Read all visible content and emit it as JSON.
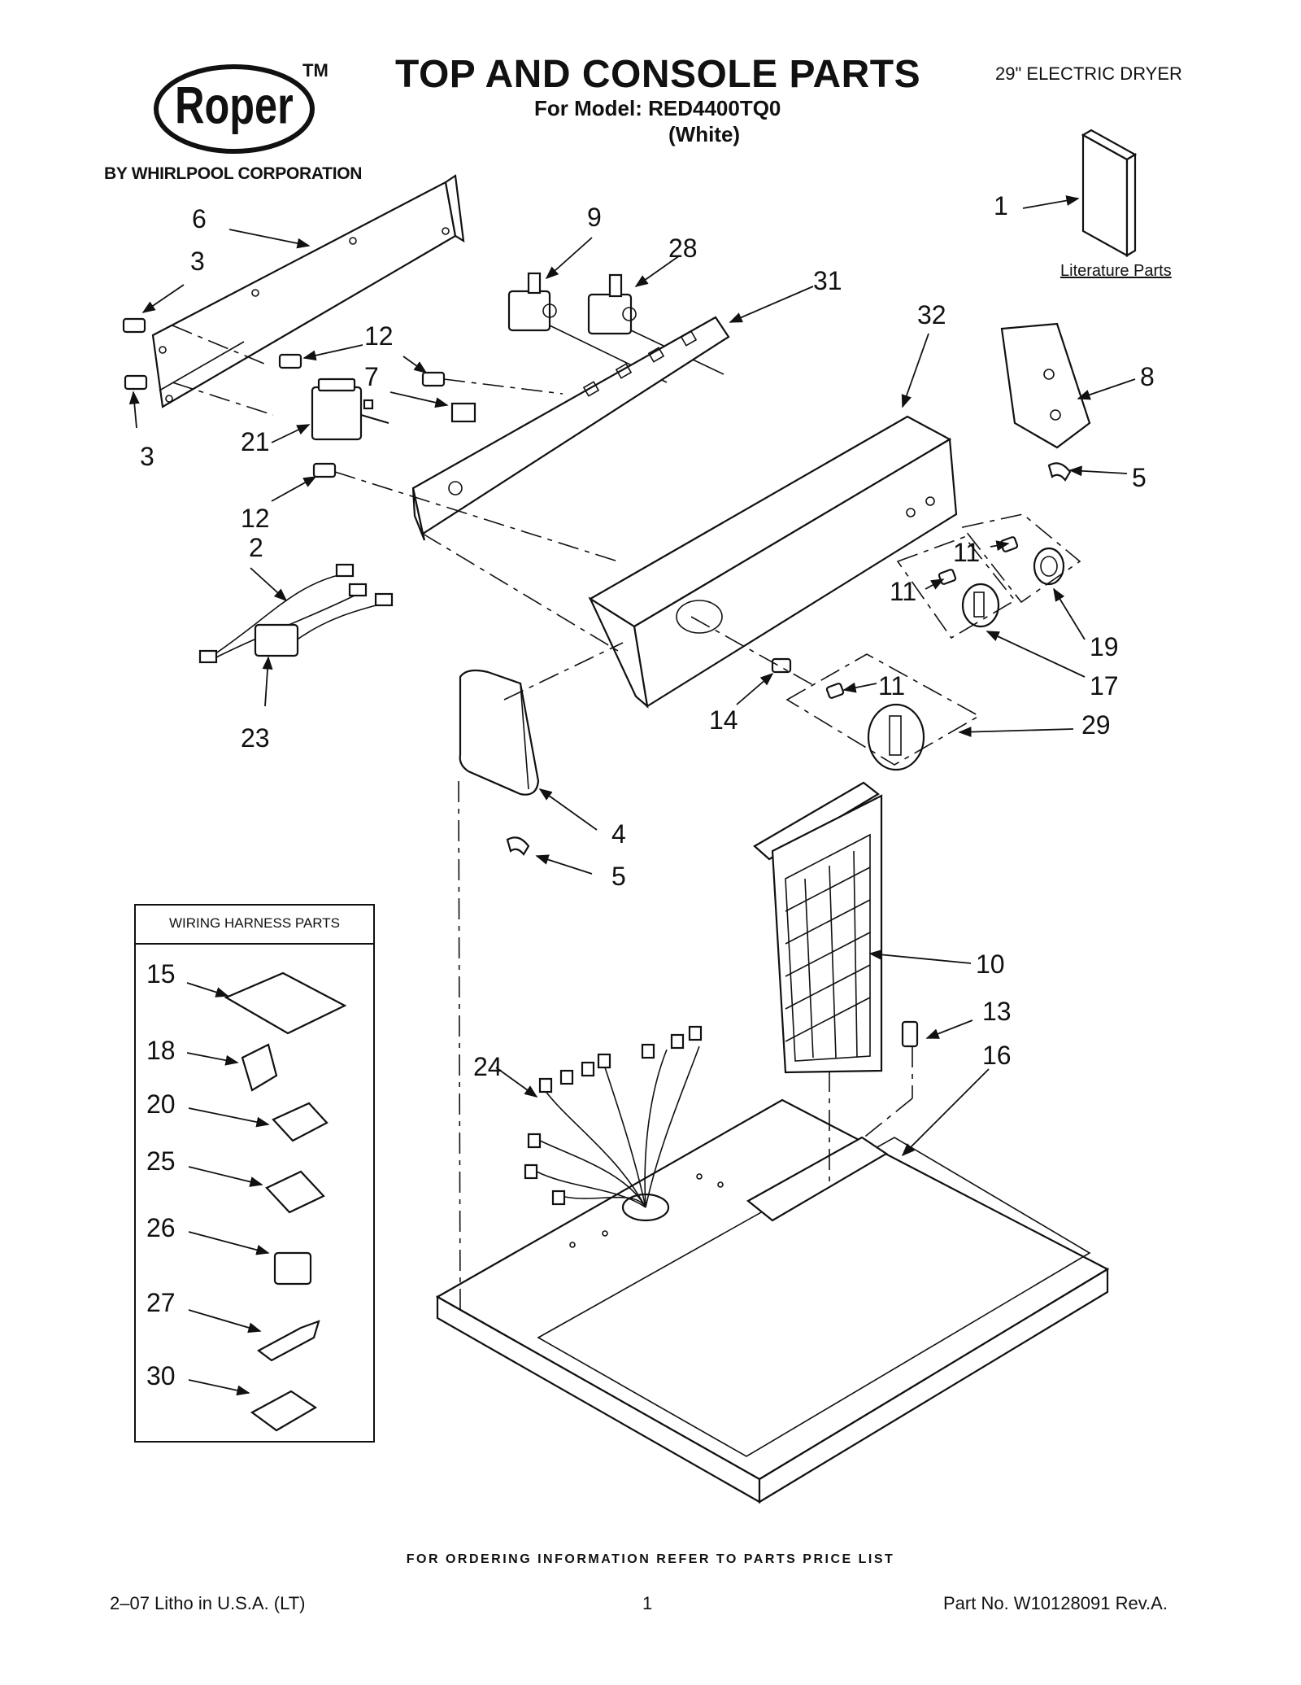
{
  "header": {
    "brand": "Roper",
    "trademark": "TM",
    "byline": "BY WHIRLPOOL CORPORATION",
    "title": "TOP AND CONSOLE PARTS",
    "model_line": "For Model: RED4400TQ0",
    "variant": "(White)",
    "product": "29\" ELECTRIC DRYER"
  },
  "literature_label": "Literature Parts",
  "wiring_harness_title": "WIRING HARNESS PARTS",
  "callouts": [
    "1",
    "2",
    "3",
    "3",
    "4",
    "5",
    "5",
    "6",
    "7",
    "8",
    "9",
    "10",
    "11",
    "11",
    "11",
    "12",
    "12",
    "13",
    "14",
    "15",
    "16",
    "17",
    "18",
    "19",
    "20",
    "21",
    "23",
    "24",
    "25",
    "26",
    "27",
    "28",
    "29",
    "30",
    "31",
    "32"
  ],
  "footer": {
    "note": "FOR ORDERING INFORMATION REFER TO PARTS PRICE LIST",
    "litho": "2–07 Litho in U.S.A. (LT)",
    "page": "1",
    "part_no": "Part No. W10128091 Rev.A."
  }
}
